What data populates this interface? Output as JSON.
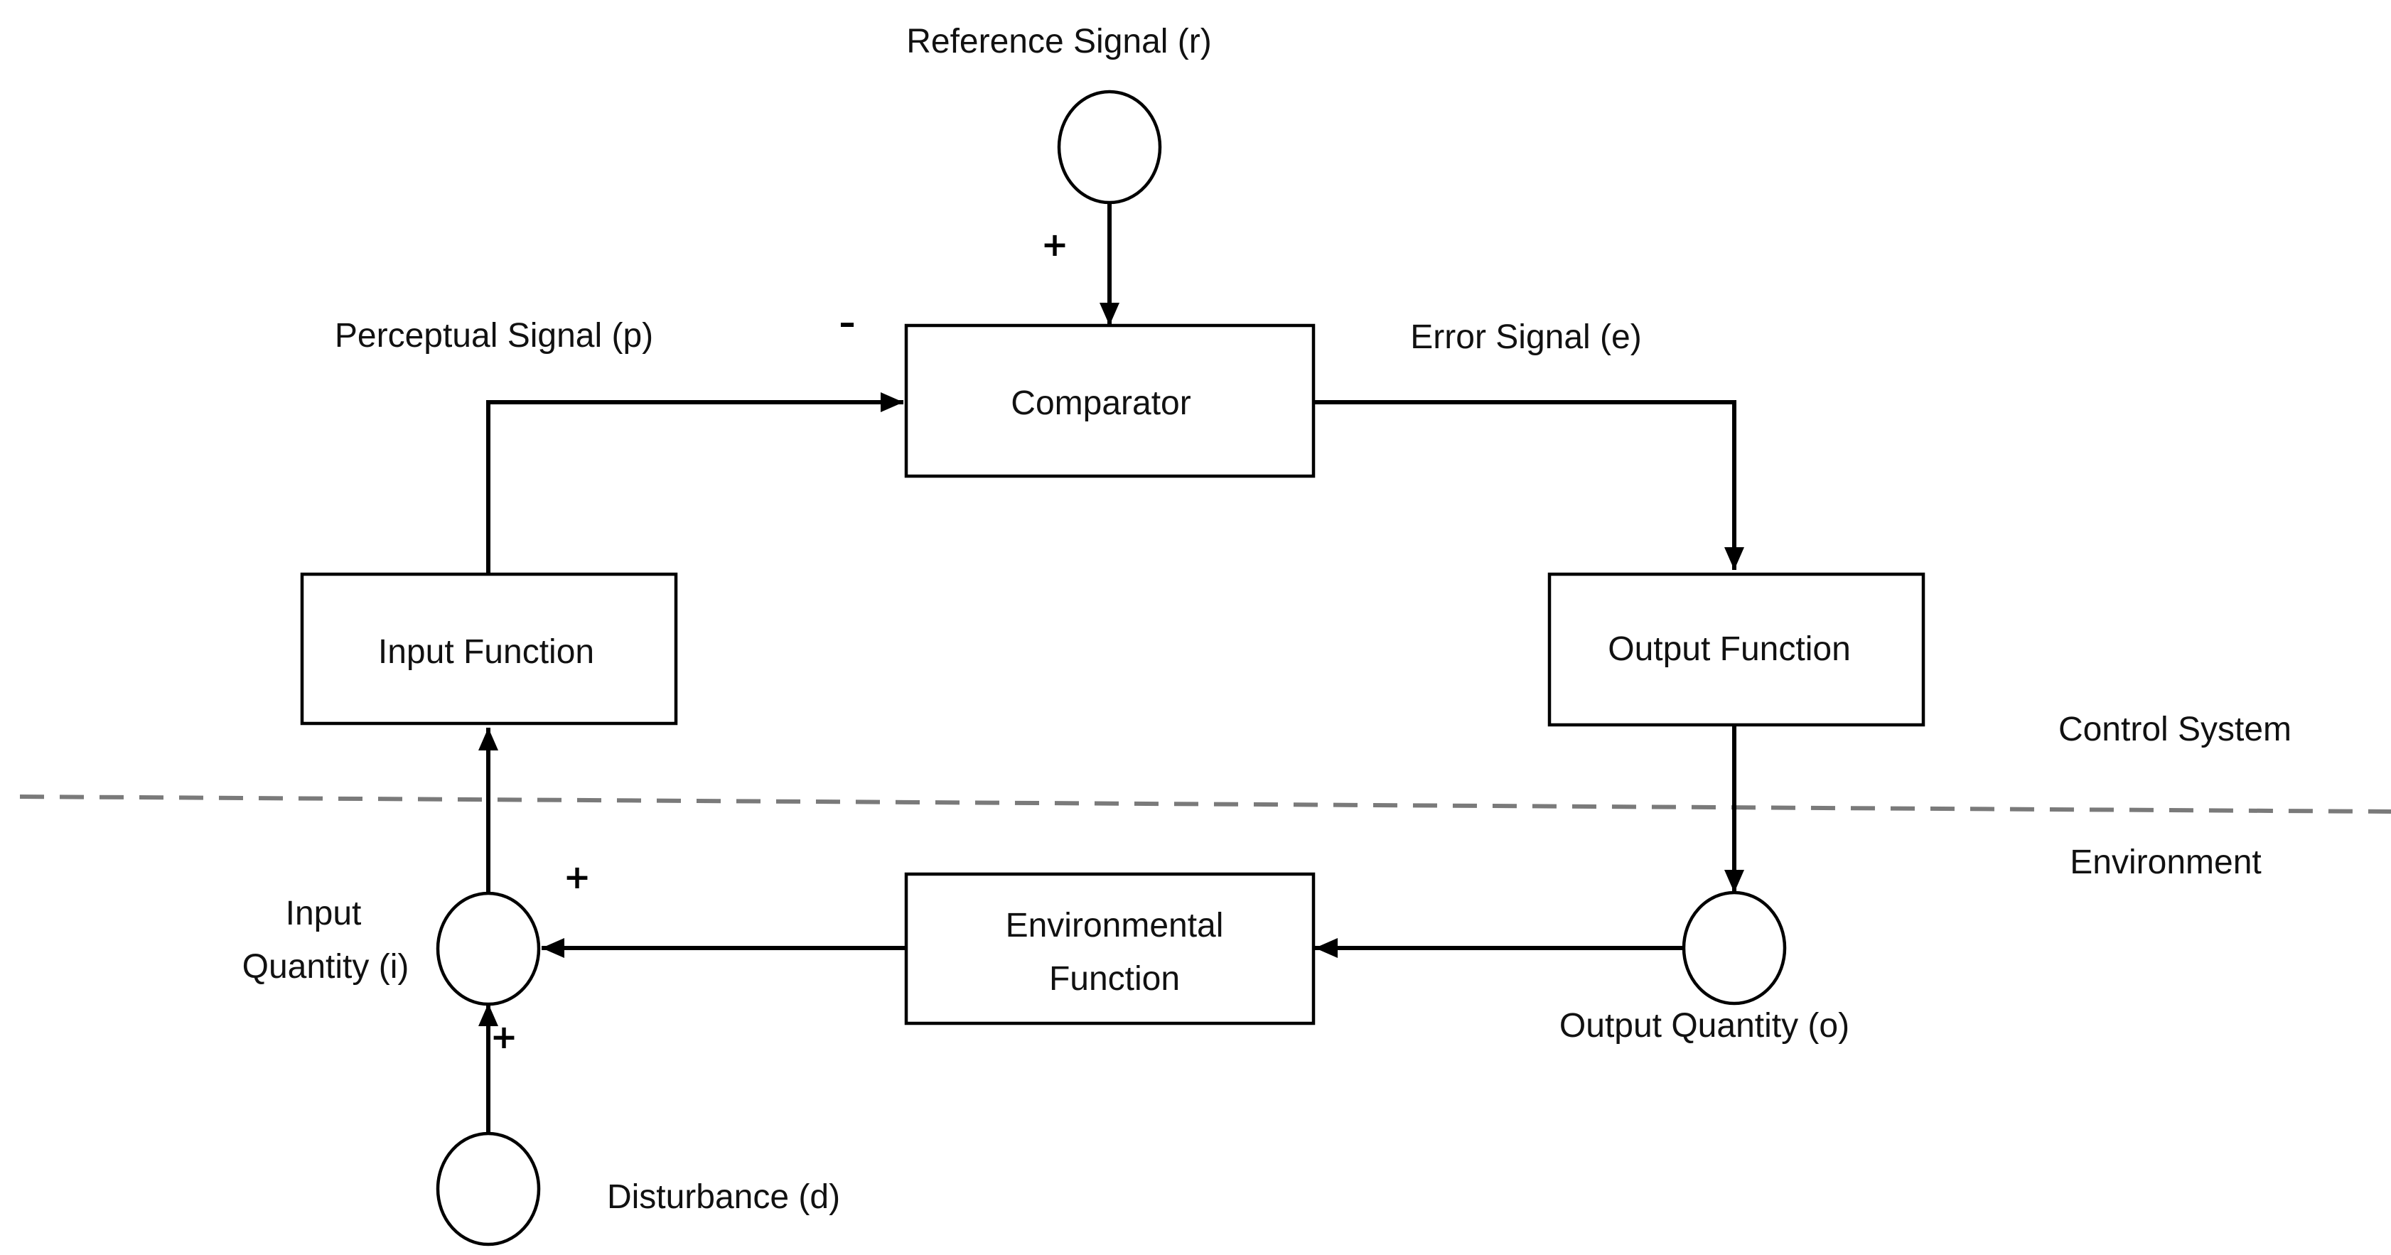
{
  "blocks": {
    "comparator": "Comparator",
    "input_function": "Input Function",
    "output_function": "Output Function",
    "environmental_function_line1": "Environmental",
    "environmental_function_line2": "Function"
  },
  "signals": {
    "reference": "Reference Signal (r)",
    "perceptual": "Perceptual Signal (p)",
    "error": "Error Signal (e)",
    "input_quantity_line1": "Input",
    "input_quantity_line2": "Quantity (i)",
    "output_quantity": "Output Quantity (o)",
    "disturbance": "Disturbance (d)"
  },
  "regions": {
    "control_system": "Control System",
    "environment": "Environment"
  },
  "signs": {
    "reference_plus": "+",
    "perceptual_minus": "–",
    "input_top_plus": "+",
    "disturbance_plus": "+"
  }
}
